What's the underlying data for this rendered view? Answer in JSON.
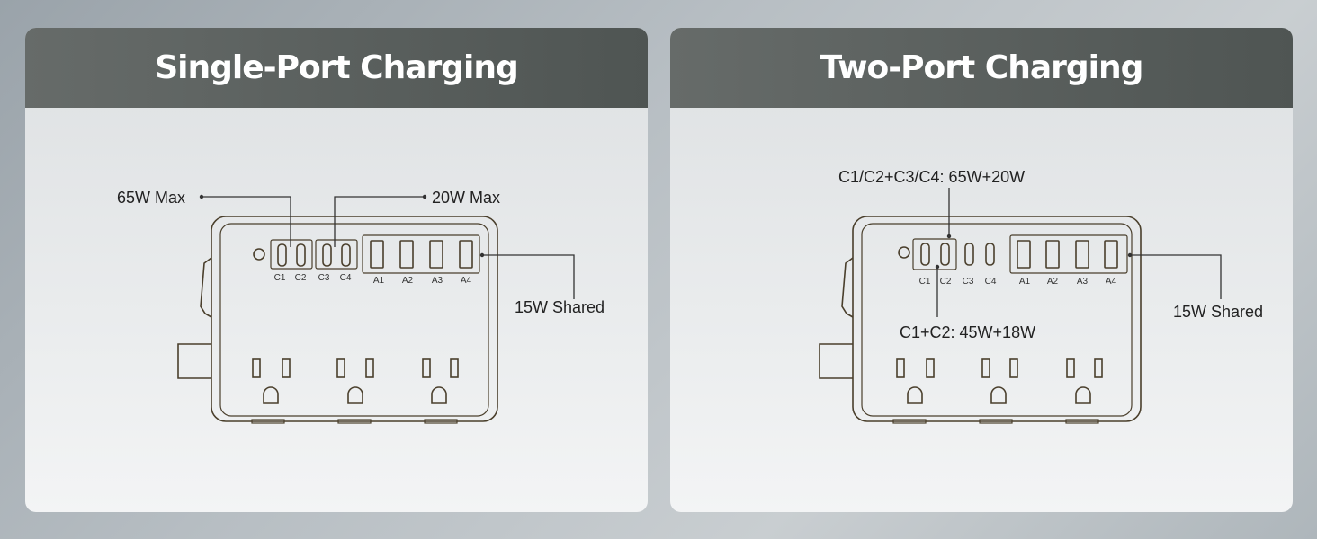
{
  "panels": {
    "single": {
      "title": "Single-Port Charging",
      "labels": {
        "c_max": "65W Max",
        "c_low": "20W Max",
        "a_shared": "15W Shared"
      },
      "ports": {
        "c1": "C1",
        "c2": "C2",
        "c3": "C3",
        "c4": "C4",
        "a1": "A1",
        "a2": "A2",
        "a3": "A3",
        "a4": "A4"
      }
    },
    "two": {
      "title": "Two-Port Charging",
      "labels": {
        "combo_cc": "C1/C2+C3/C4: 65W+20W",
        "combo_c1c2": "C1+C2:  45W+18W",
        "a_shared": "15W Shared"
      },
      "ports": {
        "c1": "C1",
        "c2": "C2",
        "c3": "C3",
        "c4": "C4",
        "a1": "A1",
        "a2": "A2",
        "a3": "A3",
        "a4": "A4"
      }
    }
  },
  "colors": {
    "header": "#5a5f5d",
    "panel_bg": "#e6e8ea",
    "device_line": "#4a3f2c"
  }
}
